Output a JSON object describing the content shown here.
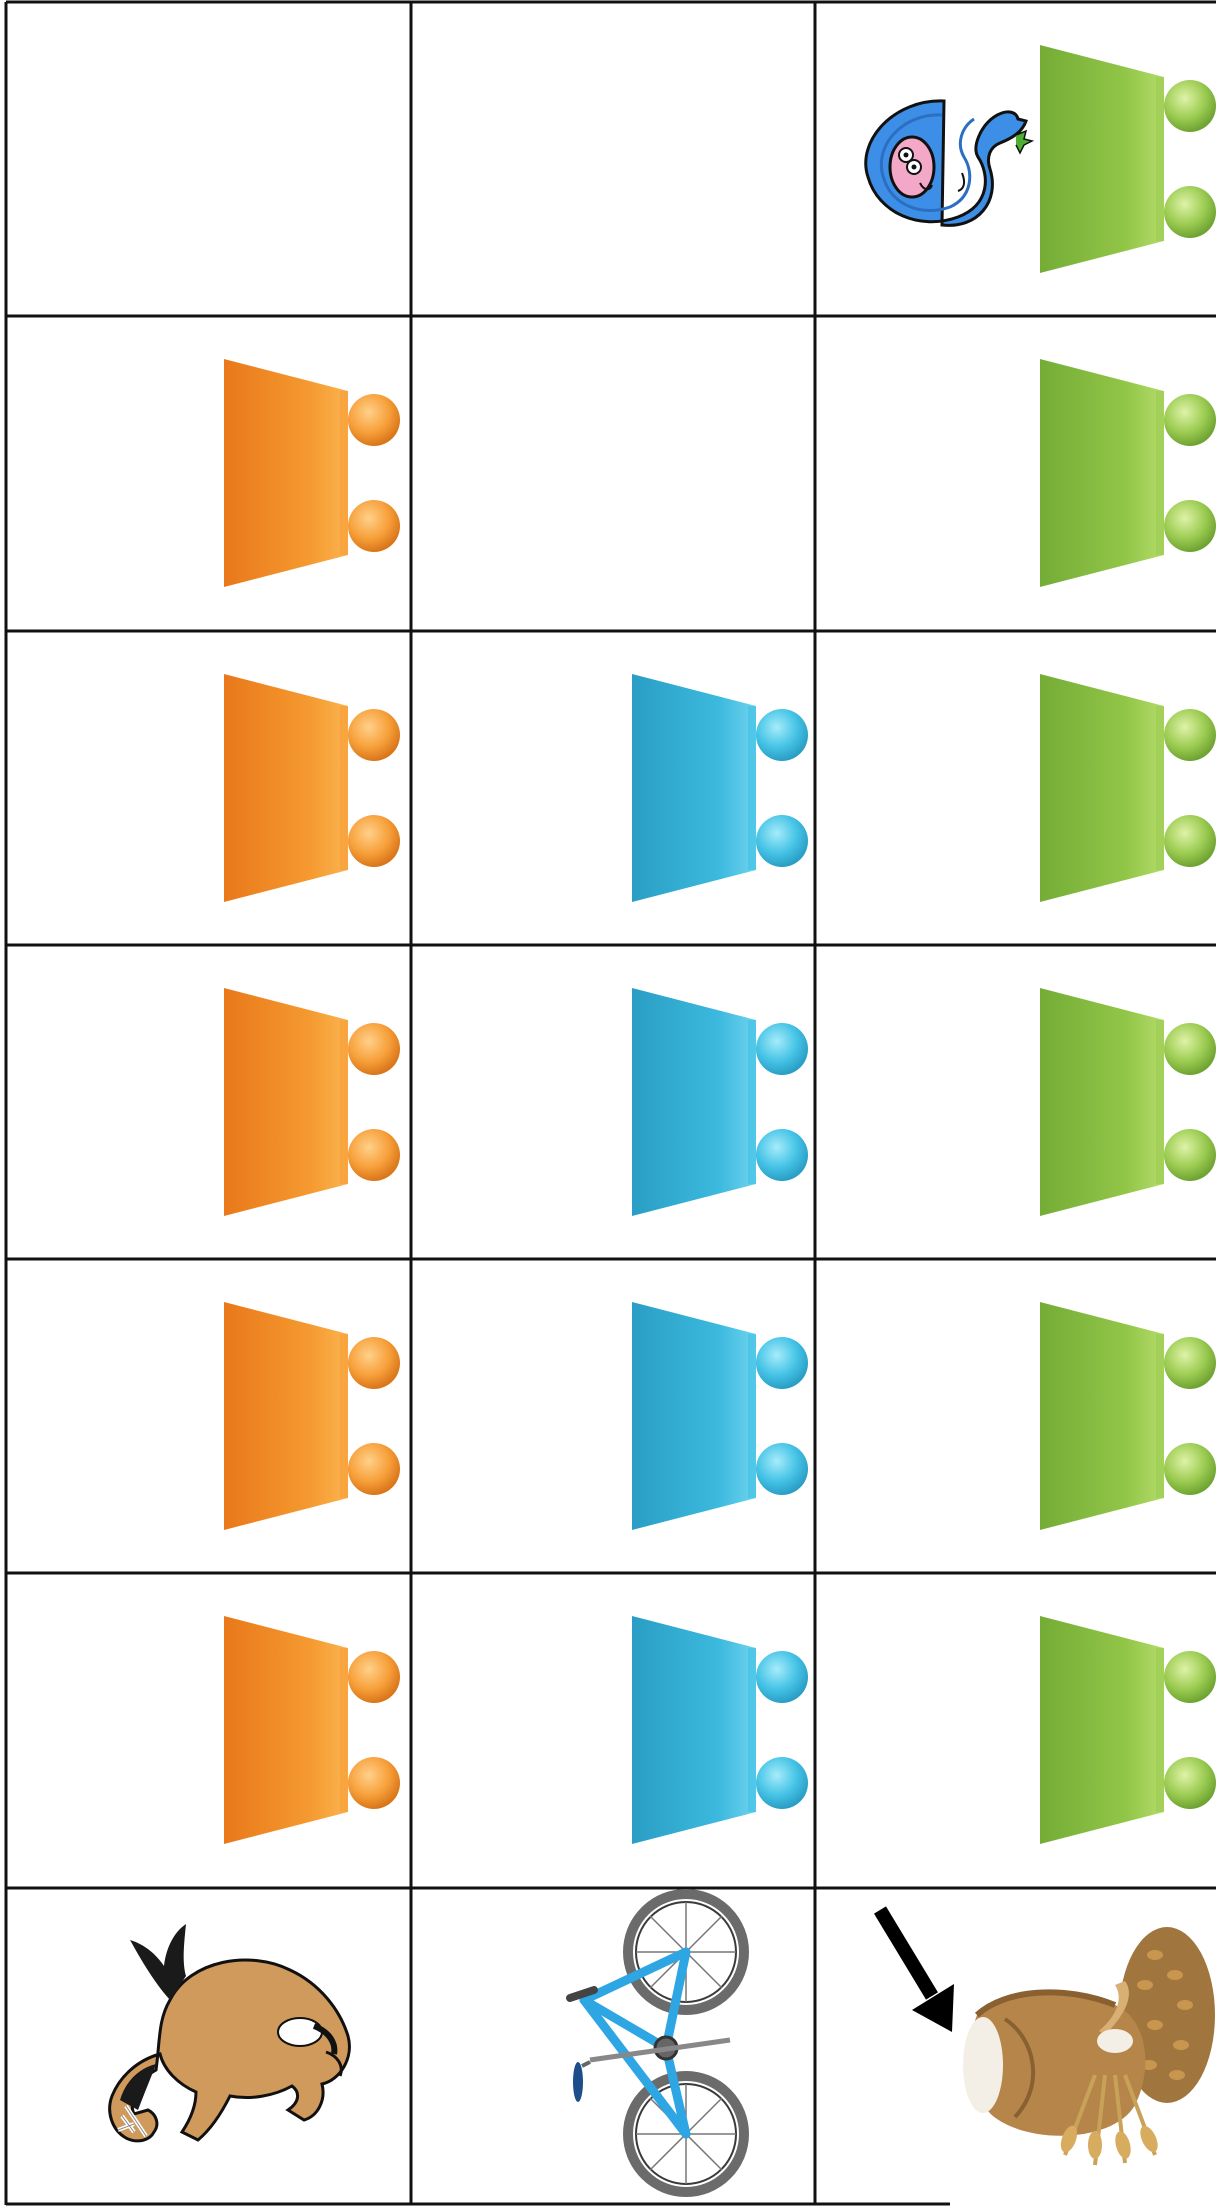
{
  "worksheet": {
    "columns": [
      {
        "wagons_filled": 5,
        "wagon_color": "#f28c1e",
        "wheel_color": "#f7a03a",
        "picture": "horse-icon"
      },
      {
        "wagons_filled": 4,
        "wagon_color": "#35b5d9",
        "wheel_color": "#45c3e6",
        "picture": "bicycle-icon"
      },
      {
        "wagons_filled": 6,
        "wagon_color": "#8bc34a",
        "wheel_color": "#9ccc52",
        "picture": "flour-sack-icon"
      }
    ],
    "rows": 6,
    "top_picture": "blue-worm-icon",
    "arrow": "arrow-icon"
  }
}
